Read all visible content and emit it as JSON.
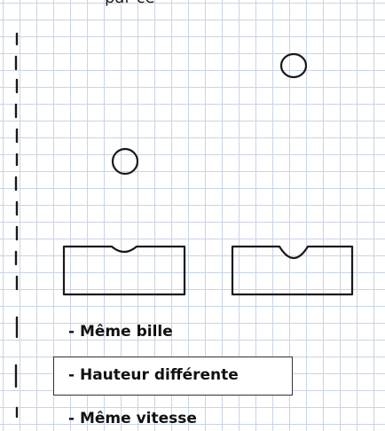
{
  "top_caption": "par ce",
  "bullets": [
    "- Même bille",
    "- Hauteur différente",
    "- Même vitesse"
  ],
  "boxed_bullet_index": 1,
  "colors": {
    "grid": "#c9d4e6",
    "ink": "#1a1a1a",
    "box_border": "#333333"
  },
  "scene": {
    "left_ball_height": "low",
    "right_ball_height": "high",
    "left_crater_depth": "shallow",
    "right_crater_depth": "deep"
  }
}
